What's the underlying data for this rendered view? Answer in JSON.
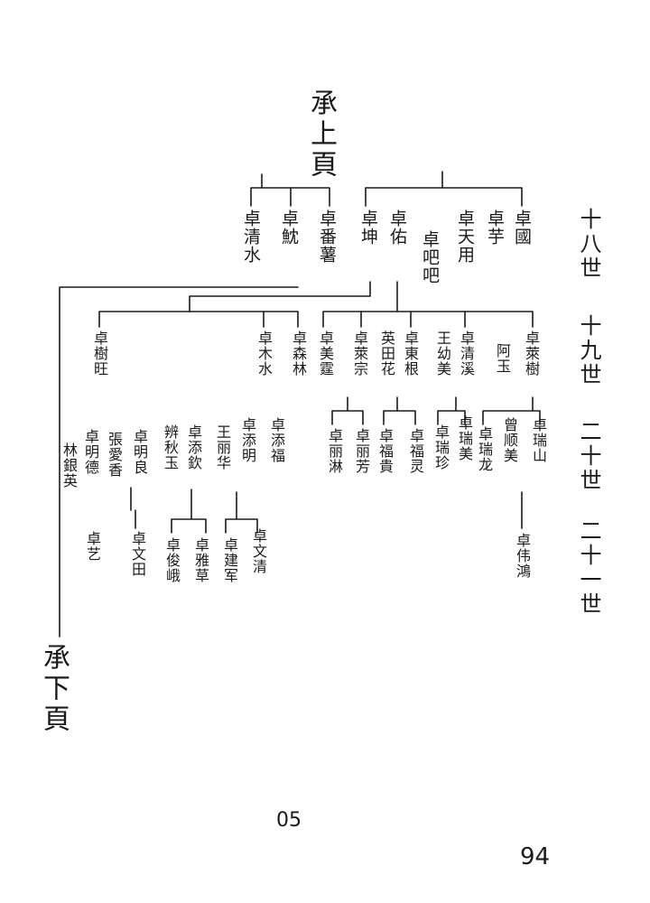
{
  "header": {
    "from_prev": "承上頁",
    "to_next": "承下頁"
  },
  "generations": [
    "十八世",
    "十九世",
    "二十世",
    "二十一世"
  ],
  "gen18": {
    "left": [
      "卓清水",
      "卓魫",
      "卓番薯"
    ],
    "right": [
      "卓坤",
      "卓佑",
      "卓吧吧",
      "卓天用",
      "卓芋",
      "卓國"
    ]
  },
  "gen19": [
    "卓樹旺",
    "卓木水",
    "卓森林",
    "卓美霆",
    "卓萊宗",
    "英田花",
    "卓東根",
    "王幼美",
    "卓清溪",
    "阿玉",
    "卓萊樹"
  ],
  "gen20": [
    "林銀英",
    "卓明德",
    "張愛香",
    "卓明良",
    "辨秋玉",
    "卓添欽",
    "王丽华",
    "卓添明",
    "卓添福",
    "卓丽淋",
    "卓丽芳",
    "卓福貴",
    "卓福灵",
    "卓瑞珍",
    "卓瑞美",
    "卓瑞龙",
    "曾顺美",
    "卓瑞山"
  ],
  "gen21": [
    "卓艺",
    "卓文田",
    "卓俊峨",
    "卓雅草",
    "卓建军",
    "卓文清",
    "卓伟鴻"
  ],
  "footer": {
    "page_code": "05",
    "page_num": "94"
  }
}
